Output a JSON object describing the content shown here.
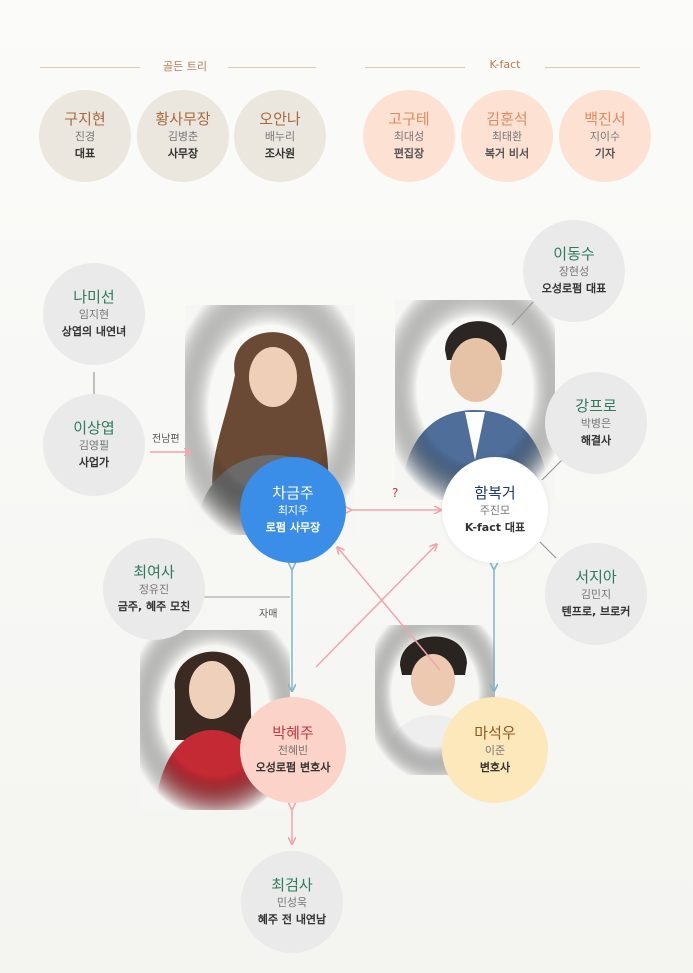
{
  "groups": {
    "golden_tree": "골든 트리",
    "kfact": "K-fact"
  },
  "top_golden": [
    {
      "name": "구지현",
      "actor": "진경",
      "role": "대표"
    },
    {
      "name": "황사무장",
      "actor": "김병춘",
      "role": "사무장"
    },
    {
      "name": "오안나",
      "actor": "배누리",
      "role": "조사원"
    }
  ],
  "top_kfact": [
    {
      "name": "고구테",
      "actor": "최대성",
      "role": "편집장"
    },
    {
      "name": "김훈석",
      "actor": "최태환",
      "role": "복거 비서"
    },
    {
      "name": "백진서",
      "actor": "지이수",
      "role": "기자"
    }
  ],
  "characters": {
    "namiseon": {
      "name": "나미선",
      "actor": "임지현",
      "role": "상엽의 내연녀"
    },
    "leesangyeop": {
      "name": "이상엽",
      "actor": "김영필",
      "role": "사업가"
    },
    "chaegeumju": {
      "name": "차금주",
      "actor": "최지우",
      "role": "로펌 사무장"
    },
    "hambokgeo": {
      "name": "함복거",
      "actor": "주진모",
      "role": "K-fact 대표"
    },
    "leedongsu": {
      "name": "이동수",
      "actor": "장현성",
      "role": "오성로펌 대표"
    },
    "kangpro": {
      "name": "강프로",
      "actor": "박병은",
      "role": "해결사"
    },
    "seojia": {
      "name": "서지아",
      "actor": "김민지",
      "role": "텐프로, 브로커"
    },
    "choiyeosa": {
      "name": "최여사",
      "actor": "정유진",
      "role": "금주, 혜주 모친"
    },
    "parkhyeju": {
      "name": "박혜주",
      "actor": "전혜빈",
      "role": "오성로펌 변호사"
    },
    "maseogu": {
      "name": "마석우",
      "actor": "이준",
      "role": "변호사"
    },
    "choigeomsa": {
      "name": "최검사",
      "actor": "민성욱",
      "role": "혜주 전 내연남"
    }
  },
  "labels": {
    "ex_husband": "전남편",
    "question": "?",
    "sisters": "자매"
  },
  "colors": {
    "accent_blue": "#3a8ee8",
    "arrow_pink": "#f3a3ae",
    "arrow_teal": "#7fb6c6",
    "line_gray": "#9a9a9a"
  }
}
